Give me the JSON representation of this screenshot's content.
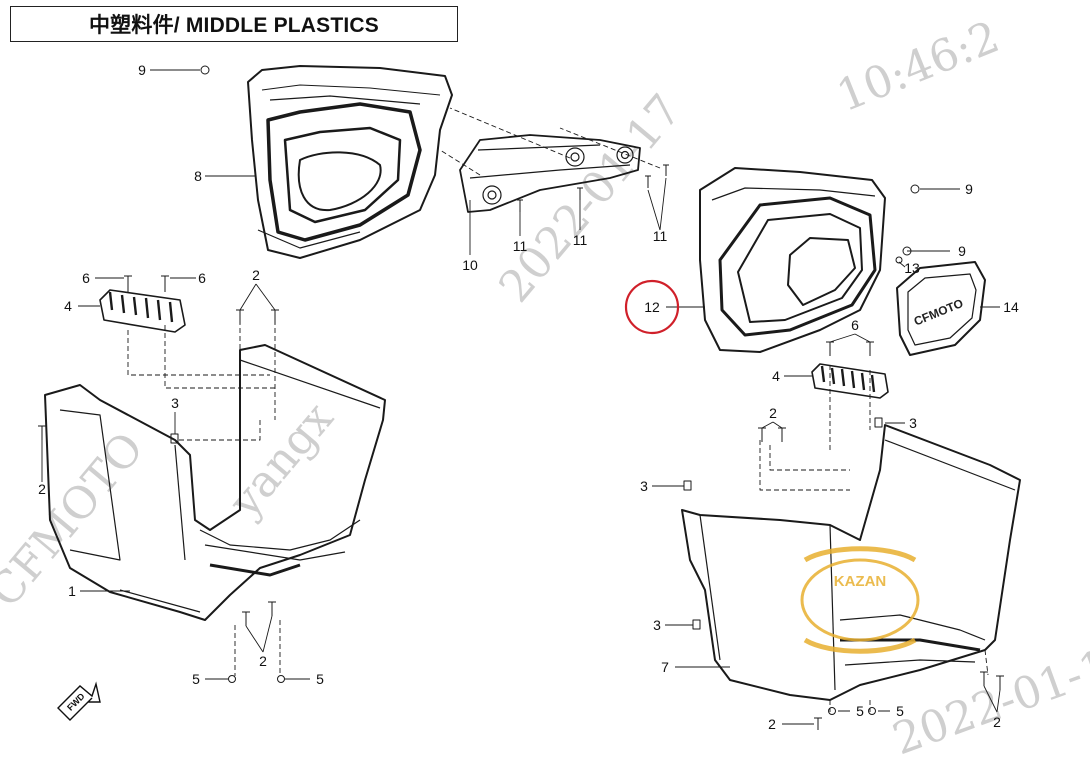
{
  "title": "中塑料件/ MIDDLE PLASTICS",
  "watermark": {
    "timestamp": "10:46:2",
    "date": "2022-01-17",
    "date_fragment": "2022-01-1",
    "user": "yangx",
    "brand": "CFMOTO"
  },
  "fwd_label": "FWD",
  "emblem_text": "CFMOTO",
  "shop_logo_text": "KAZAN",
  "highlight_color": "#d0202a",
  "callouts": [
    {
      "id": "c9a",
      "text": "9"
    },
    {
      "id": "c8",
      "text": "8"
    },
    {
      "id": "c10",
      "text": "10"
    },
    {
      "id": "c11a",
      "text": "11"
    },
    {
      "id": "c11b",
      "text": "11"
    },
    {
      "id": "c11c",
      "text": "11"
    },
    {
      "id": "c9b",
      "text": "9"
    },
    {
      "id": "c9c",
      "text": "9"
    },
    {
      "id": "c13",
      "text": "13"
    },
    {
      "id": "c12",
      "text": "12"
    },
    {
      "id": "c14",
      "text": "14"
    },
    {
      "id": "c6a",
      "text": "6"
    },
    {
      "id": "c6b",
      "text": "6"
    },
    {
      "id": "c4a",
      "text": "4"
    },
    {
      "id": "c2a",
      "text": "2"
    },
    {
      "id": "c3a",
      "text": "3"
    },
    {
      "id": "c2b",
      "text": "2"
    },
    {
      "id": "c1",
      "text": "1"
    },
    {
      "id": "c2c",
      "text": "2"
    },
    {
      "id": "c5a",
      "text": "5"
    },
    {
      "id": "c5b",
      "text": "5"
    },
    {
      "id": "c6c",
      "text": "6"
    },
    {
      "id": "c4b",
      "text": "4"
    },
    {
      "id": "c2d",
      "text": "2"
    },
    {
      "id": "c3b",
      "text": "3"
    },
    {
      "id": "c3c",
      "text": "3"
    },
    {
      "id": "c3d",
      "text": "3"
    },
    {
      "id": "c7",
      "text": "7"
    },
    {
      "id": "c2e",
      "text": "2"
    },
    {
      "id": "c5c",
      "text": "5"
    },
    {
      "id": "c5d",
      "text": "5"
    },
    {
      "id": "c2f",
      "text": "2"
    }
  ]
}
